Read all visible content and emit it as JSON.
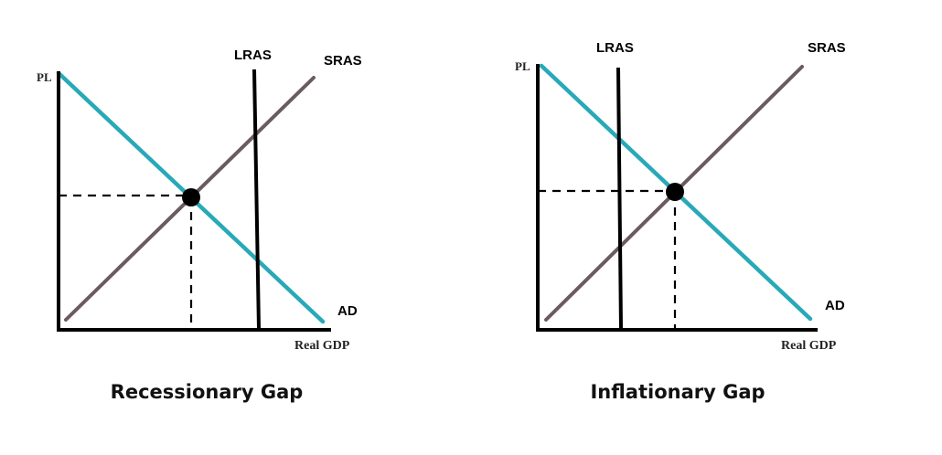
{
  "colors": {
    "ad": "#28a9b8",
    "sras": "#6b5b5e",
    "lras": "#000000",
    "axis": "#000000",
    "equilibrium": "#000000",
    "guide": "#000000"
  },
  "diagrams": [
    {
      "caption": "Recessionary Gap",
      "y_axis_label": "PL",
      "x_axis_label": "Real GDP",
      "curves": {
        "lras": "LRAS",
        "sras": "SRAS",
        "ad": "AD"
      }
    },
    {
      "caption": "Inflationary Gap",
      "y_axis_label": "PL",
      "x_axis_label": "Real GDP",
      "curves": {
        "lras": "LRAS",
        "sras": "SRAS",
        "ad": "AD"
      }
    }
  ]
}
